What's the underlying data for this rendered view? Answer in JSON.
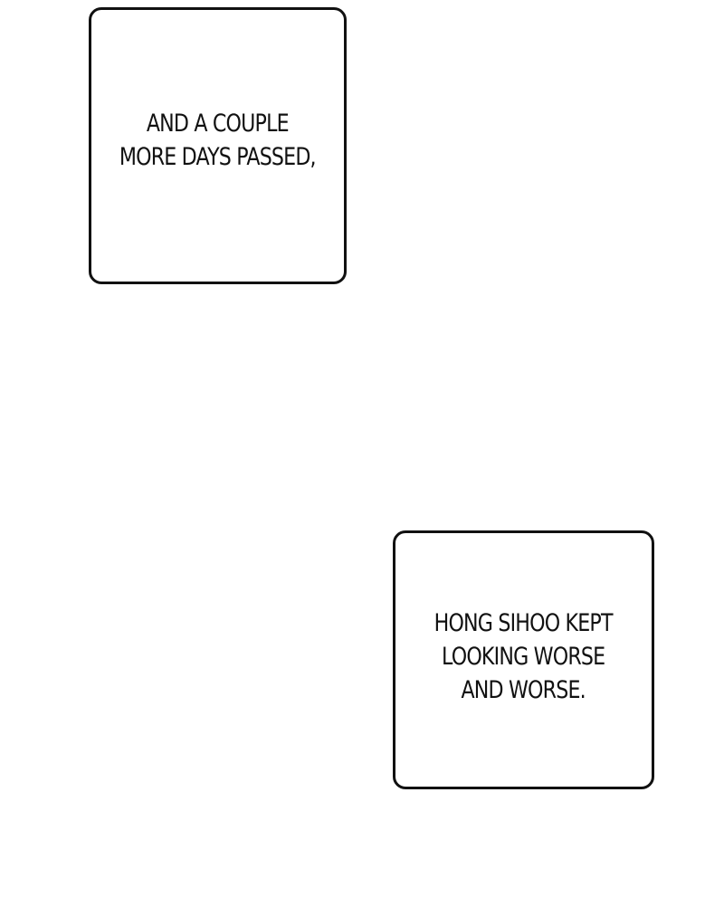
{
  "panels": [
    {
      "lines": [
        "AND A COUPLE",
        "MORE DAYS PASSED,"
      ]
    },
    {
      "lines": [
        "HONG SIHOO KEPT",
        "LOOKING WORSE",
        "AND WORSE."
      ]
    }
  ],
  "colors": {
    "background": "#ffffff",
    "border": "#111111",
    "text": "#111111"
  }
}
